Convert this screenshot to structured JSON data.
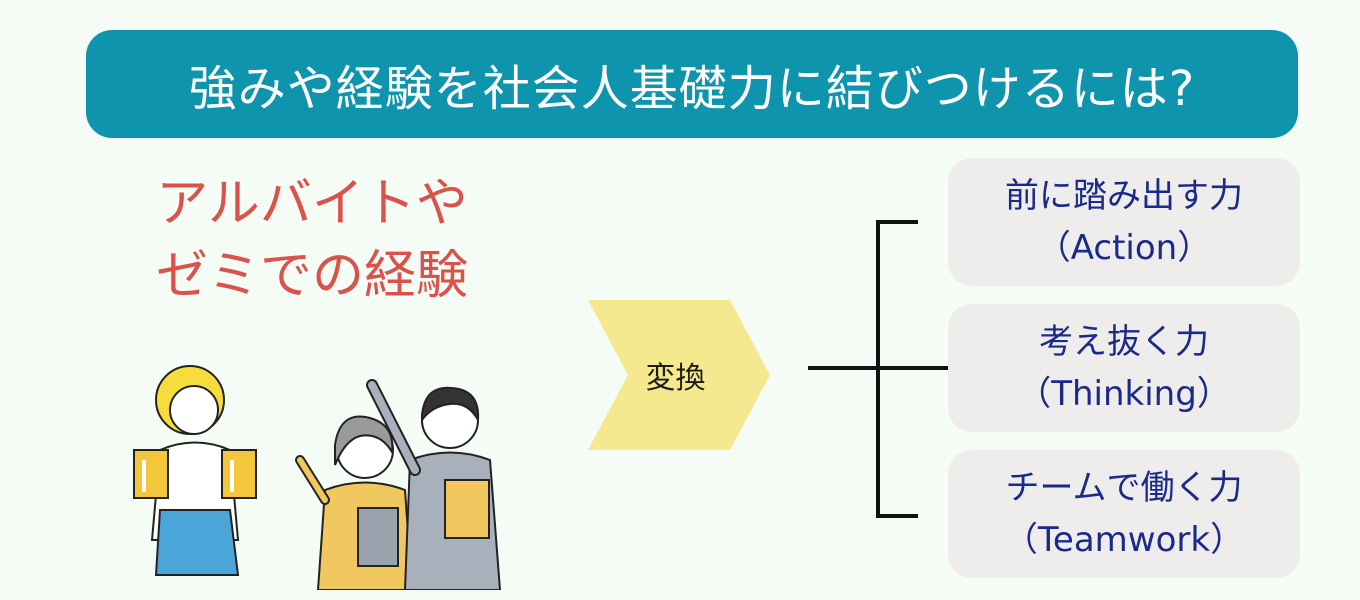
{
  "title": "強みや経験を社会人基礎力に結びつけるには?",
  "source": {
    "line1": "アルバイトや",
    "line2": "ゼミでの経験"
  },
  "transform_label": "変換",
  "abilities": [
    {
      "name": "前に踏み出す力",
      "english": "（Action）"
    },
    {
      "name": "考え抜く力",
      "english": "（Thinking）"
    },
    {
      "name": "チームで働く力",
      "english": "（Teamwork）"
    }
  ],
  "colors": {
    "title_bg": "#0f94ad",
    "source_text": "#d9534a",
    "arrow_fill": "#f4e98e",
    "card_bg": "#efedeb",
    "card_text": "#1a2a8a"
  }
}
